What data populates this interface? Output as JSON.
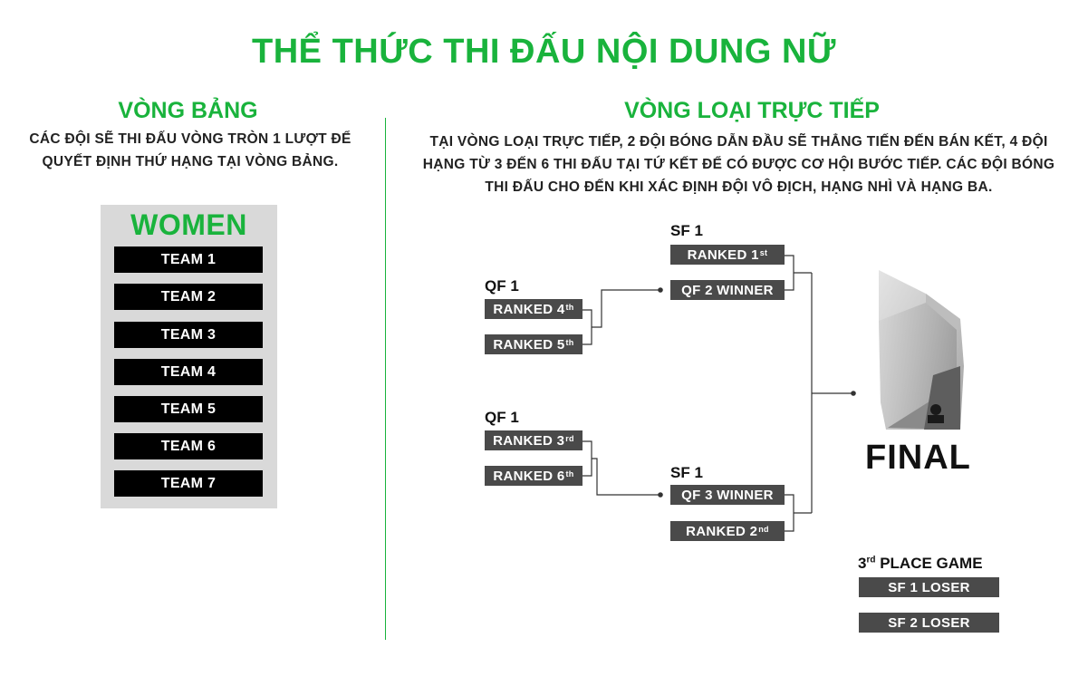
{
  "title": "THỂ THỨC THI ĐẤU NỘI DUNG NỮ",
  "group_stage": {
    "heading": "VÒNG BẢNG",
    "description_line1": "CÁC ĐỘI SẼ THI ĐẤU VÒNG TRÒN 1 LƯỢT ĐỂ",
    "description_line2": "QUYẾT ĐỊNH THỨ HẠNG TẠI VÒNG BẢNG.",
    "group_label": "WOMEN",
    "teams": [
      "TEAM 1",
      "TEAM 2",
      "TEAM 3",
      "TEAM 4",
      "TEAM 5",
      "TEAM 6",
      "TEAM 7"
    ]
  },
  "knockout": {
    "heading": "VÒNG LOẠI TRỰC TIẾP",
    "description_line1": "TẠI VÒNG LOẠI TRỰC TIẾP, 2 ĐỘI BÓNG DẪN ĐẦU SẼ THẲNG TIẾN ĐẾN BÁN KẾT, 4 ĐỘI",
    "description_line2": "HẠNG TỪ 3 ĐẾN 6 THI ĐẤU TẠI TỨ KẾT ĐỂ CÓ ĐƯỢC CƠ HỘI BƯỚC TIẾP. CÁC ĐỘI BÓNG",
    "description_line3": "THI ĐẤU CHO ĐẾN KHI XÁC ĐỊNH ĐỘI VÔ ĐỊCH, HẠNG NHÌ VÀ HẠNG BA.",
    "qf_top": {
      "label": "QF 1",
      "slot1": {
        "text": "RANKED 4",
        "sup": "th"
      },
      "slot2": {
        "text": "RANKED 5",
        "sup": "th"
      }
    },
    "qf_bottom": {
      "label": "QF 1",
      "slot1": {
        "text": "RANKED 3",
        "sup": "rd"
      },
      "slot2": {
        "text": "RANKED 6",
        "sup": "th"
      }
    },
    "sf_top": {
      "label": "SF 1",
      "slot1": {
        "text": "RANKED 1",
        "sup": "st"
      },
      "slot2": {
        "text": "QF 2 WINNER",
        "sup": ""
      }
    },
    "sf_bottom": {
      "label": "SF 1",
      "slot1": {
        "text": "QF 3 WINNER",
        "sup": ""
      },
      "slot2": {
        "text": "RANKED 2",
        "sup": "nd"
      }
    },
    "final_label": "FINAL",
    "third_place": {
      "label_prefix": "3",
      "label_sup": "rd",
      "label_rest": " PLACE GAME",
      "slot1": "SF 1 LOSER",
      "slot2": "SF 2 LOSER"
    }
  },
  "colors": {
    "accent_green": "#19b33c",
    "box_dark": "#4a4a4a",
    "team_black": "#000000",
    "group_panel": "#d9d9d9"
  },
  "icons": [
    "trophy-icon"
  ]
}
